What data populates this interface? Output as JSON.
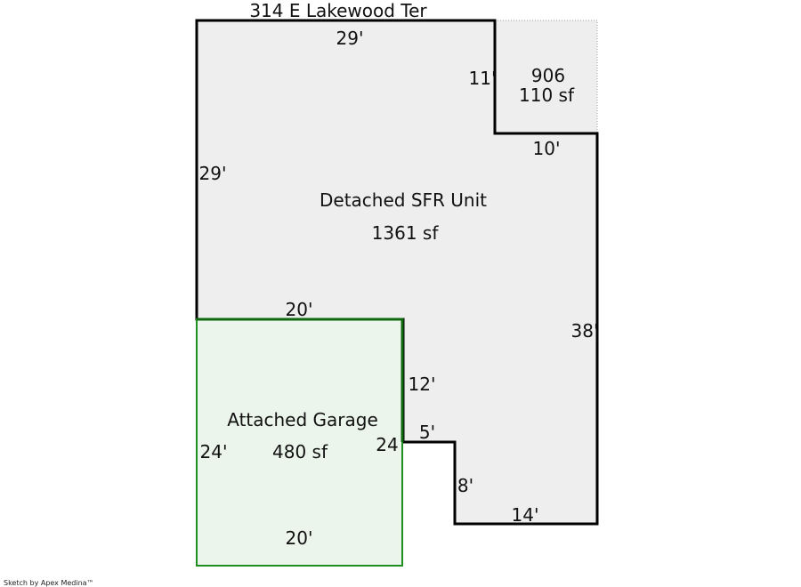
{
  "sketch": {
    "address": "314 E Lakewood Ter",
    "footer": "Sketch by Apex Medina™",
    "colors": {
      "main_fill": "#eeeeee",
      "garage_fill": "#ecf5ec",
      "garage_stroke": "#1f8f1f",
      "outline": "#000000"
    },
    "areas": {
      "main": {
        "name": "Detached SFR Unit",
        "area": "1361 sf"
      },
      "porch": {
        "name": "906",
        "area": "110 sf"
      },
      "garage": {
        "name": "Attached Garage",
        "area": "480 sf"
      }
    },
    "dimensions": {
      "main_top": "29'",
      "main_left": "29'",
      "notch_left": "11'",
      "notch_bottom": "10'",
      "main_right": "38'",
      "main_bottom": "14'",
      "step_vertical": "8'",
      "step_horizontal": "5'",
      "inner_vertical": "12'",
      "main_garage_shared": "20'",
      "garage_left": "24'",
      "garage_right": "24",
      "garage_bottom": "20'"
    }
  }
}
